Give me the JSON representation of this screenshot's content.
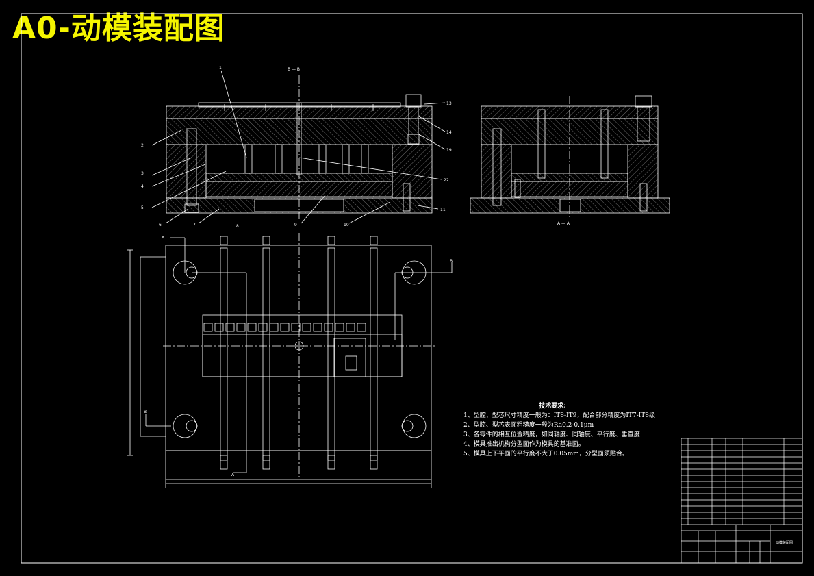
{
  "title": "A0-动模装配图",
  "technical_requirements": {
    "heading": "技术要求:",
    "items": [
      "1、型腔、型芯尺寸精度一般为：IT8-IT9，配合部分精度为IT7-IT8级",
      "2、型腔、型芯表面粗糙度一般为Ra0.2-0.1μm",
      "3、各零件的相互位置精度，如同轴度、同轴度、平行度、垂直度",
      "4、模具推出机构分型面作为模具的基准面。",
      "5、模具上下平面的平行度不大于0.05mm，分型面须贴合。"
    ]
  },
  "section_markers": {
    "a_top": "A",
    "a_bottom": "A",
    "b_top": "B",
    "b_left": "B",
    "aa_label": "A — A",
    "bb_label": "B — B"
  },
  "callouts": [
    "1",
    "2",
    "3",
    "4",
    "5",
    "6",
    "7",
    "8",
    "9",
    "10",
    "11",
    "13",
    "14",
    "19",
    "22"
  ],
  "title_block": {
    "drawing_name": "动模装配图"
  },
  "colors": {
    "background": "#000000",
    "line": "#ffffff",
    "title": "#f5f500",
    "centerline": "#ffffff"
  }
}
